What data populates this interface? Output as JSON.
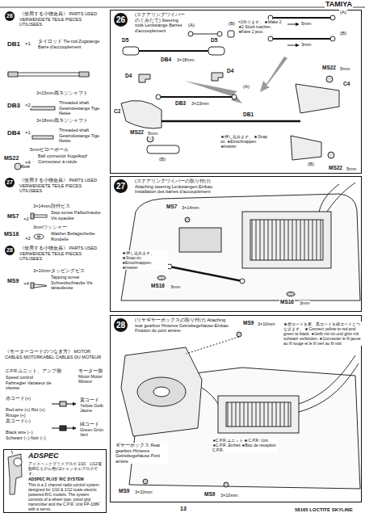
{
  "diagram": {
    "nodes": [
      {
        "text": [
          "26",
          "《使用する小物金具》 PARTS USED VERWENDETE TEILE PIECES UTILISEES"
        ]
      },
      {
        "text": [
          "26",
          "(ステアリングワイパーのくみたて) Steering rods Lenkstange Barres d'accouplement"
        ]
      },
      {
        "text": [
          "27",
          "《使用する小物金具》 PARTS USED VERWENDETE TEILE PIECES UTILISEES"
        ]
      },
      {
        "text": [
          "27",
          "(ステアリングワイパーの取り付け) Attaching steering Lenkstangen-Einbau Installation des barres d'accouplement"
        ]
      },
      {
        "text": [
          "28",
          "《使用する小物金具》 PARTS USED VERWENDETE TEILE PIECES UTILISEES"
        ]
      },
      {
        "text": [
          "28",
          "(リヤギヤーボックスの取り付け) Attaching rear gearbox Hinteres Getriebegehäuse-Einbau Fixation du pont arrière"
        ]
      },
      {
        "text": [
          "《モーターコードのつなぎ方》 MOTOR CABLES MOTORKABEL CABLES DU MOTEUR"
        ]
      },
      {
        "text": [
          "ADSPEC",
          "アドスペックプラスプロポ 1/10、1/12電動R/Cモデル用の2チャンネルプロポです。",
          "ADSPEC PLUS' R/C SYSTEM",
          "This is a 2 channel radio control system designed for 1/10 & 1/12 scale electric powered R/C models. The system consists of a wheel type, pistol grip transmitter and the C.P.R. Unit FP-108F with a servo."
        ]
      }
    ],
    "labels": [
      "TAMIYA",
      "DB1",
      "×1",
      "タイロッド Tie-rod Zugstange Barre d'accouplement",
      "DB3",
      "×2",
      "3×23mm両ネジシャフト",
      "Threaded shaft Gewindestange Tige filetée",
      "DB4",
      "×1",
      "3×18mm両ネジシャフト",
      "Threaded shaft Gewindestange Tige filetée",
      "5mmピローボール",
      "MS22",
      "×4",
      "Ball connector Kugelkopf Connecteur à rotule",
      "3×14mm段付ビス",
      "MS7",
      "×2",
      "Step screw Paßschraube Vis épaulée",
      "3mmワッシャー",
      "MS16",
      "×2",
      "Washer Beilagscheibe Rondelle",
      "3×10mmタッピングビス",
      "MS9",
      "×4",
      "Tapping screw Schneidschraube Vis taraudeuse",
      "C.P.R.ユニット、アンプ側",
      "Speed control Fahrregler Variateur de vitesse",
      "モーター側 Motor Motor Moteur",
      "赤コード(+)",
      "Red wire (+) Rot (+) Rouge (+)",
      "黄コード Yellow Gelb Jaune",
      "黒コード(−)",
      "Black wire (−) Schwarz (−) Noir (−)",
      "緑コード Green Grün Vert",
      "(A)",
      "(B)",
      "×2作ります。 ★Make 2 ★2 Stück machen. ★Faire 2 jeux.",
      "(A)",
      "(B)",
      "5mm",
      "3mm",
      "D5",
      "D5",
      "DB4",
      "3×18mm",
      "D4",
      "D4",
      "DB3",
      "3×23mm",
      "(A)",
      "MS22",
      "5mm",
      "C4",
      "C2",
      "DB1",
      "MS22",
      "5mm",
      "(B)",
      "★押し込みます。 ★Snap on. ★Einschnappen. ★Insérer",
      "(B)",
      "MS22",
      "5mm",
      "MS7",
      "3×14mm",
      "★押し込みます。 ★Snap on. ★Einschnappen. ★Insérer",
      "MS16",
      "3mm",
      "MS16",
      "3mm",
      "MS9",
      "3×10mm",
      "★赤コードを黄、黒コードを緑コードとつなぎます。 ★Connect yellow to red and green to black. ★Gelb mit rot und grün mit schwarz verbinden. ★Connecter le fil jaune au fil rouge et le fil vert au fil noir.",
      "ギヤーボックス Rear gearbox Hinteres Getriebegehäuse Pont arrière",
      "★C.P.R.ユニット ★C.P.R. Unit ★C.P.R. Einheit ★Bloc de réception C.P.R.",
      "MS9",
      "3×10mm",
      "MS9",
      "3×10mm",
      "13",
      "58165 LOCTITE SKYLINE"
    ]
  }
}
